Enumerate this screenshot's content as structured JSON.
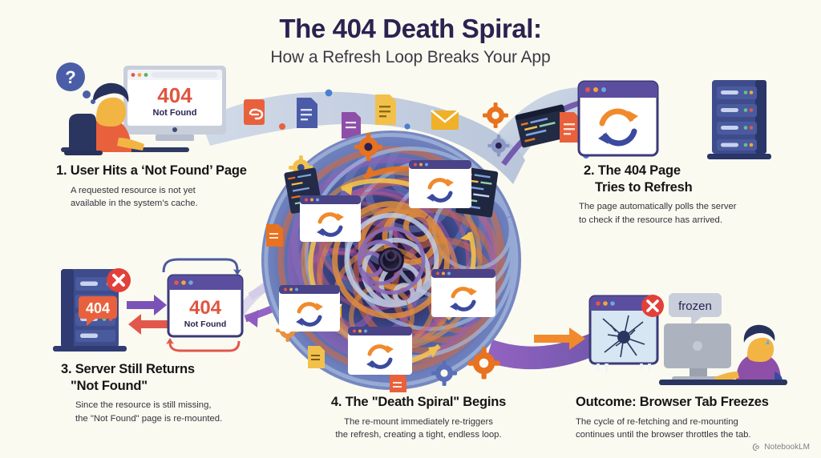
{
  "page": {
    "background_color": "#FBFAF1",
    "title": "The 404 Death Spiral:",
    "subtitle": "How a Refresh Loop Breaks Your App",
    "title_color": "#2A2350",
    "subtitle_color": "#3A3A46",
    "watermark": "NotebookLM"
  },
  "palette": {
    "navy": "#2A2350",
    "indigo": "#3B3A78",
    "purple": "#6B4FA8",
    "violet": "#8E5BC0",
    "orange": "#F08A2C",
    "red": "#E05540",
    "yellow": "#F2C14B",
    "blue": "#4A7FD0",
    "steel": "#B9C6DD",
    "cream": "#FBFAF1"
  },
  "steps": [
    {
      "id": "step1",
      "heading": "1. User Hits a ‘Not Found’ Page",
      "body": "A requested resource is not yet\navailable in the system’s cache.",
      "body_line1": "A requested resource is not yet",
      "body_line2": "available in the system’s cache."
    },
    {
      "id": "step2",
      "heading_line1": "2. The 404 Page",
      "heading_line2": "Tries to Refresh",
      "body_line1": "The page automatically polls the server",
      "body_line2": "to check if the resource has arrived."
    },
    {
      "id": "step3",
      "heading_line1": "3. Server Still Returns",
      "heading_line2": "\"Not Found\"",
      "body_line1": "Since the resource is still missing,",
      "body_line2": "the \"Not Found\" page is re-mounted."
    },
    {
      "id": "step4",
      "heading": "4. The \"Death Spiral\" Begins",
      "body_line1": "The re-mount immediately re-triggers",
      "body_line2": "the refresh, creating a tight, endless loop."
    },
    {
      "id": "outcome",
      "heading": "Outcome: Browser Tab Freezes",
      "body_line1": "The cycle of re-fetching and re-mounting",
      "body_line2": "continues until the browser throttles the tab."
    }
  ],
  "art": {
    "scene1": {
      "name": "user-at-monitor",
      "thought_bubble": "?",
      "screen_code": "404",
      "screen_message": "Not Found",
      "screen_code_color": "#E05540"
    },
    "scene2": {
      "name": "refresh-window-and-server",
      "window_icon": "refresh-icon",
      "server_units": 4
    },
    "scene3": {
      "name": "server-returns-404",
      "server_badge": "404",
      "error_icon": "x-circle-icon",
      "screen_code": "404",
      "screen_message": "Not Found"
    },
    "spiral": {
      "name": "death-spiral-vortex",
      "refresh_windows": 5,
      "gear_count": 6,
      "arrow_count": 5
    },
    "scene5": {
      "name": "frozen-tab-and-sad-user",
      "speech_bubble": "frozen",
      "error_icon": "x-circle-icon",
      "window_state": "cracked"
    },
    "stream_icons": [
      "link-file-icon",
      "document-icon",
      "document-icon",
      "document-icon",
      "envelope-icon",
      "gear-icon",
      "code-window-icon",
      "document-icon"
    ]
  }
}
